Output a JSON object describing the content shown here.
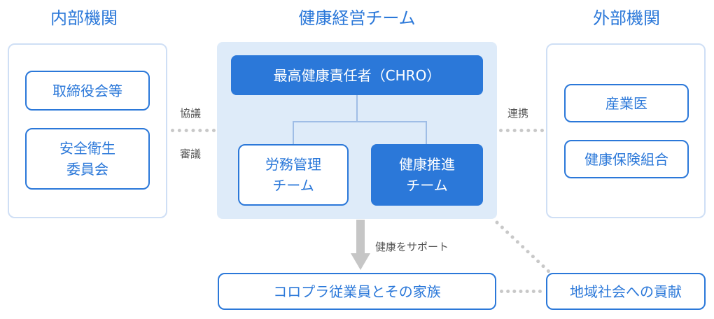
{
  "headings": {
    "internal": "内部機関",
    "team": "健康経営チーム",
    "external": "外部機関"
  },
  "internal": {
    "box1": "取締役会等",
    "box2_line1": "安全衛生",
    "box2_line2": "委員会"
  },
  "team": {
    "chro": "最高健康責任者（CHRO）",
    "labor_line1": "労務管理",
    "labor_line2": "チーム",
    "promo_line1": "健康推進",
    "promo_line2": "チーム"
  },
  "external": {
    "box1": "産業医",
    "box2": "健康保険組合"
  },
  "labels": {
    "kyogi": "協議",
    "shingi": "審議",
    "renkei": "連携",
    "support": "健康をサポート"
  },
  "bottom": {
    "employees": "コロプラ従業員とその家族",
    "community": "地域社会への貢献"
  },
  "colors": {
    "accent": "#2b78d9",
    "panel_border": "#cfdff5",
    "team_bg": "#deebf9",
    "dots": "#c8c8c8",
    "arrow": "#c6c6c6"
  }
}
